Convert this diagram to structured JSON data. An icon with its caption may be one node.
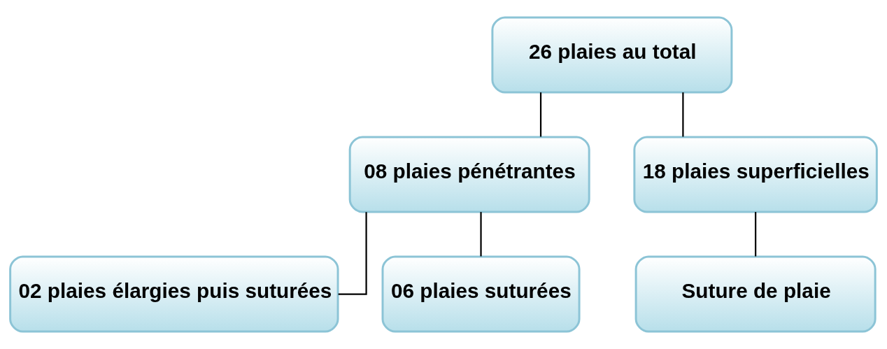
{
  "diagram": {
    "nodes": [
      {
        "text": [
          "26 plaies au total"
        ]
      },
      {
        "text": [
          "08 plaies pénétrantes"
        ]
      },
      {
        "text": [
          "18 plaies superficielles"
        ]
      },
      {
        "text": [
          "02 plaies élargies puis suturées"
        ]
      },
      {
        "text": [
          "06 plaies suturées"
        ]
      },
      {
        "text": [
          "Suture de plaie"
        ]
      }
    ],
    "edges": [
      {
        "from": 0,
        "to": 1,
        "arrow": "none"
      },
      {
        "from": 0,
        "to": 2,
        "arrow": "none"
      },
      {
        "from": 1,
        "to": 3,
        "arrow": "none"
      },
      {
        "from": 1,
        "to": 4,
        "arrow": "none"
      },
      {
        "from": 2,
        "to": 5,
        "arrow": "none"
      }
    ]
  }
}
